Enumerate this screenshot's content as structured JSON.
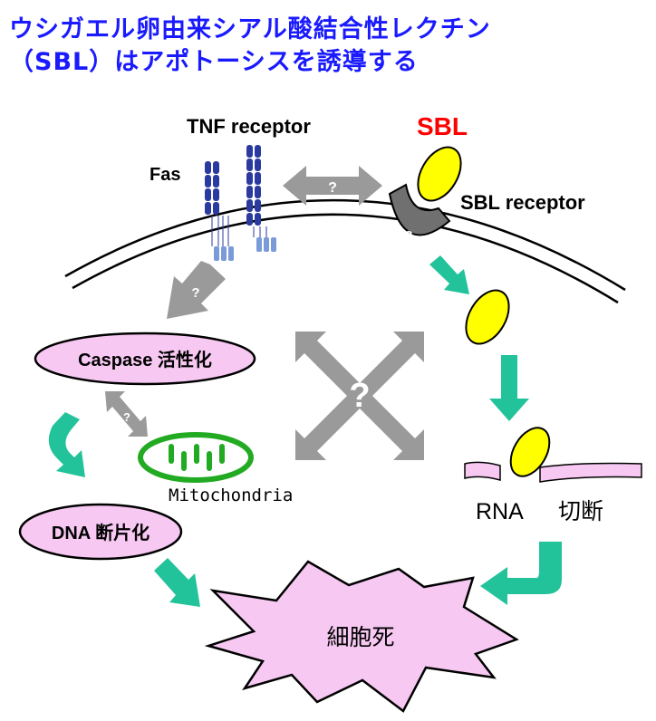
{
  "title": {
    "line1": "ウシガエル卵由来シアル酸結合性レクチン",
    "line2": "（SBL）はアポトーシスを誘導する"
  },
  "labels": {
    "tnf_receptor": "TNF receptor",
    "fas": "Fas",
    "sbl": "SBL",
    "sbl_receptor": "SBL receptor",
    "caspase": "Caspase 活性化",
    "mitochondria": "Mitochondria",
    "dna": "DNA 断片化",
    "rna": "RNA",
    "rna_cleavage": "切断",
    "cell_death": "細胞死",
    "question": "?"
  },
  "colors": {
    "title": "#1a1aff",
    "sbl_text": "#ff0000",
    "lectin": "#ffff00",
    "receptor_dark": "#2b3a9e",
    "receptor_light": "#7a9ad8",
    "arrow_teal": "#22c39a",
    "arrow_gray": "#9a9a9a",
    "pink": "#f6c8f2",
    "mito_green": "#22aa22",
    "sbl_receptor": "#707070"
  }
}
